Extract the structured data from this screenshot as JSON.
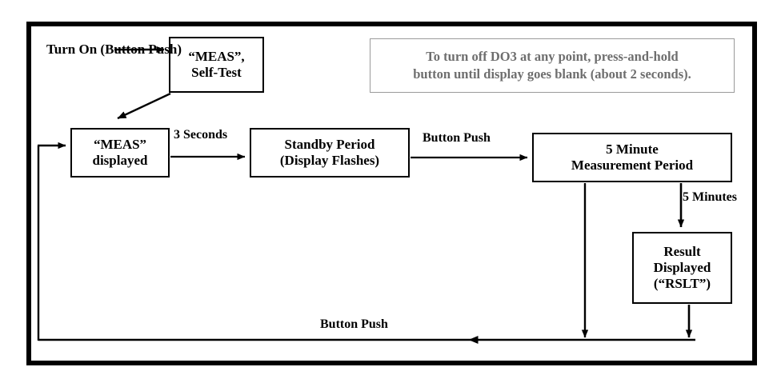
{
  "diagram": {
    "title_note": {
      "line1": "To turn off DO3 at any point, press-and-hold",
      "line2": "button until display goes blank (about 2 seconds)."
    },
    "nodes": {
      "selftest": {
        "line1": "“MEAS”,",
        "line2": "Self-Test"
      },
      "meas_displayed": {
        "line1": "“MEAS”",
        "line2": "displayed"
      },
      "standby": {
        "line1": "Standby Period",
        "line2": "(Display Flashes)"
      },
      "measurement": {
        "line1": "5 Minute",
        "line2": "Measurement Period"
      },
      "result": {
        "line1": "Result",
        "line2": "Displayed",
        "line3": "(“RSLT”)"
      }
    },
    "labels": {
      "turn_on_line1": "Turn On",
      "turn_on_line2": "(Button Push)",
      "three_seconds": "3 Seconds",
      "button_push_to_measure": "Button Push",
      "five_minutes": "5 Minutes",
      "button_push_return": "Button Push"
    },
    "colors": {
      "frame": "#000000",
      "node_border": "#000000",
      "node_text": "#000000",
      "note_border": "#9a9a9a",
      "note_text": "#6e6e6e",
      "background": "#ffffff",
      "wire": "#000000"
    }
  }
}
